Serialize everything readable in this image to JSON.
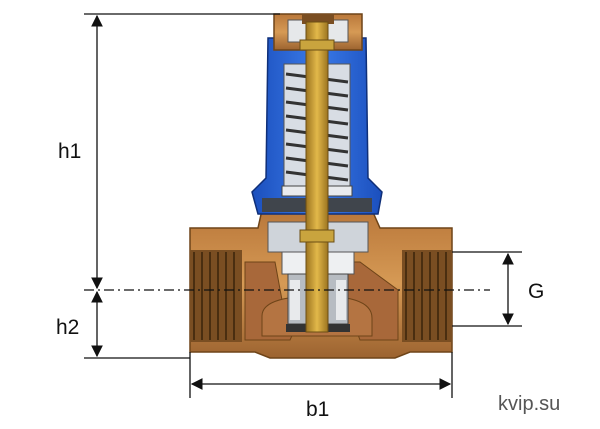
{
  "labels": {
    "h1": "h1",
    "h2": "h2",
    "b1": "b1",
    "g": "G"
  },
  "watermark": "kvip.su",
  "colors": {
    "brass": "#c8843e",
    "brass_dark": "#8a5a24",
    "bonnet_blue": "#2a63d6",
    "bonnet_dark": "#173f9a",
    "stem_gold": "#c69a2c",
    "dimension_line": "#111111"
  }
}
